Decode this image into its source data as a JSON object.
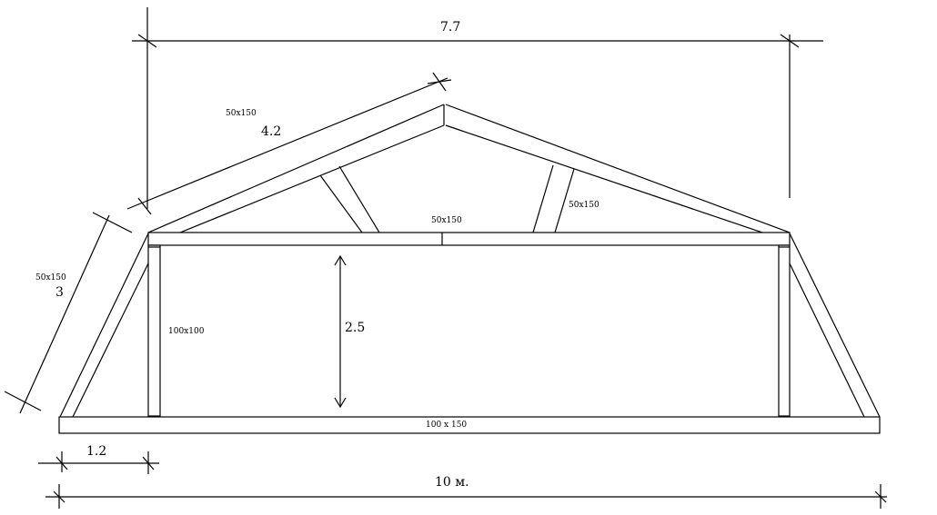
{
  "dimensions": {
    "top_span": "7.7",
    "upper_rafter_length": "4.2",
    "lower_rafter_length": "3",
    "wall_height": "2.5",
    "overhang": "1.2",
    "total_width": "10 м."
  },
  "members": {
    "upper_rafter": "50x150",
    "collar_beam": "50x150",
    "strut": "50x150",
    "lower_rafter": "50x150",
    "post": "100x100",
    "floor_beam": "100 x 150"
  }
}
